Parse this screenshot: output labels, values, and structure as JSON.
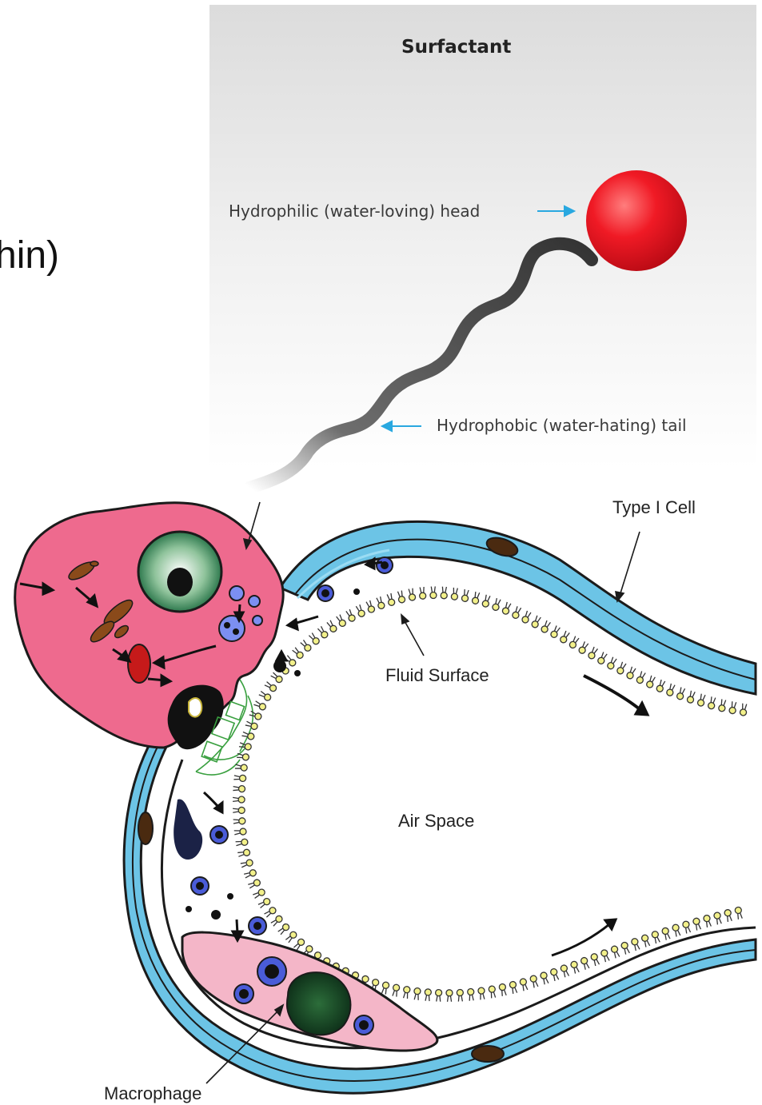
{
  "panel": {
    "title": "Surfactant",
    "head_label": "Hydrophilic (water-loving) head",
    "tail_label": "Hydrophobic (water-hating) tail",
    "colors": {
      "head": "#e8182a",
      "tail": "#3a3a3a",
      "label_arrow": "#29a8e0"
    }
  },
  "alveolus": {
    "type1_label": "Type I Cell",
    "fluid_label": "Fluid Surface",
    "air_label": "Air Space",
    "macrophage_label": "Macrophage",
    "colors": {
      "wall": "#5bb8e0",
      "type2_cell": "#ef6a8c",
      "macrophage": "#f3b4c6",
      "surfactant_head": "#f2f08a"
    }
  },
  "edge_text": "hin)"
}
